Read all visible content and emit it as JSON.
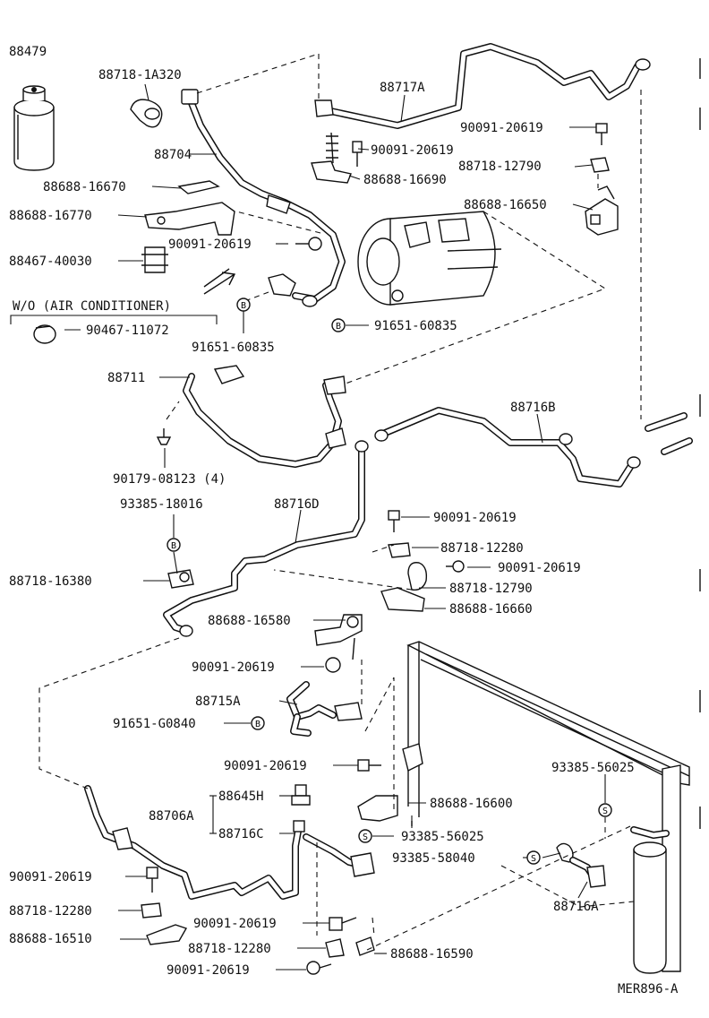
{
  "drawing_code": "MER896-A",
  "section_note": "W/O (AIR CONDITIONER)",
  "callout_symbols": [
    "B",
    "S"
  ],
  "part_labels": [
    "88479",
    "88718-1A320",
    "88717A",
    "90091-20619",
    "88704",
    "90091-20619",
    "88718-12790",
    "88688-16690",
    "88688-16670",
    "88688-16650",
    "88688-16770",
    "90091-20619",
    "88467-40030",
    "90467-11072",
    "91651-60835",
    "91651-60835",
    "88711",
    "88716B",
    "90179-08123 (4)",
    "93385-18016",
    "88716D",
    "90091-20619",
    "88718-12280",
    "90091-20619",
    "88718-16380",
    "88718-12790",
    "88688-16660",
    "88688-16580",
    "90091-20619",
    "88715A",
    "91651-G0840",
    "90091-20619",
    "93385-56025",
    "88645H",
    "88706A",
    "88688-16600",
    "88716C",
    "93385-56025",
    "93385-58040",
    "90091-20619",
    "88716A",
    "88718-12280",
    "88688-16510",
    "90091-20619",
    "88718-12280",
    "88688-16590",
    "90091-20619"
  ]
}
